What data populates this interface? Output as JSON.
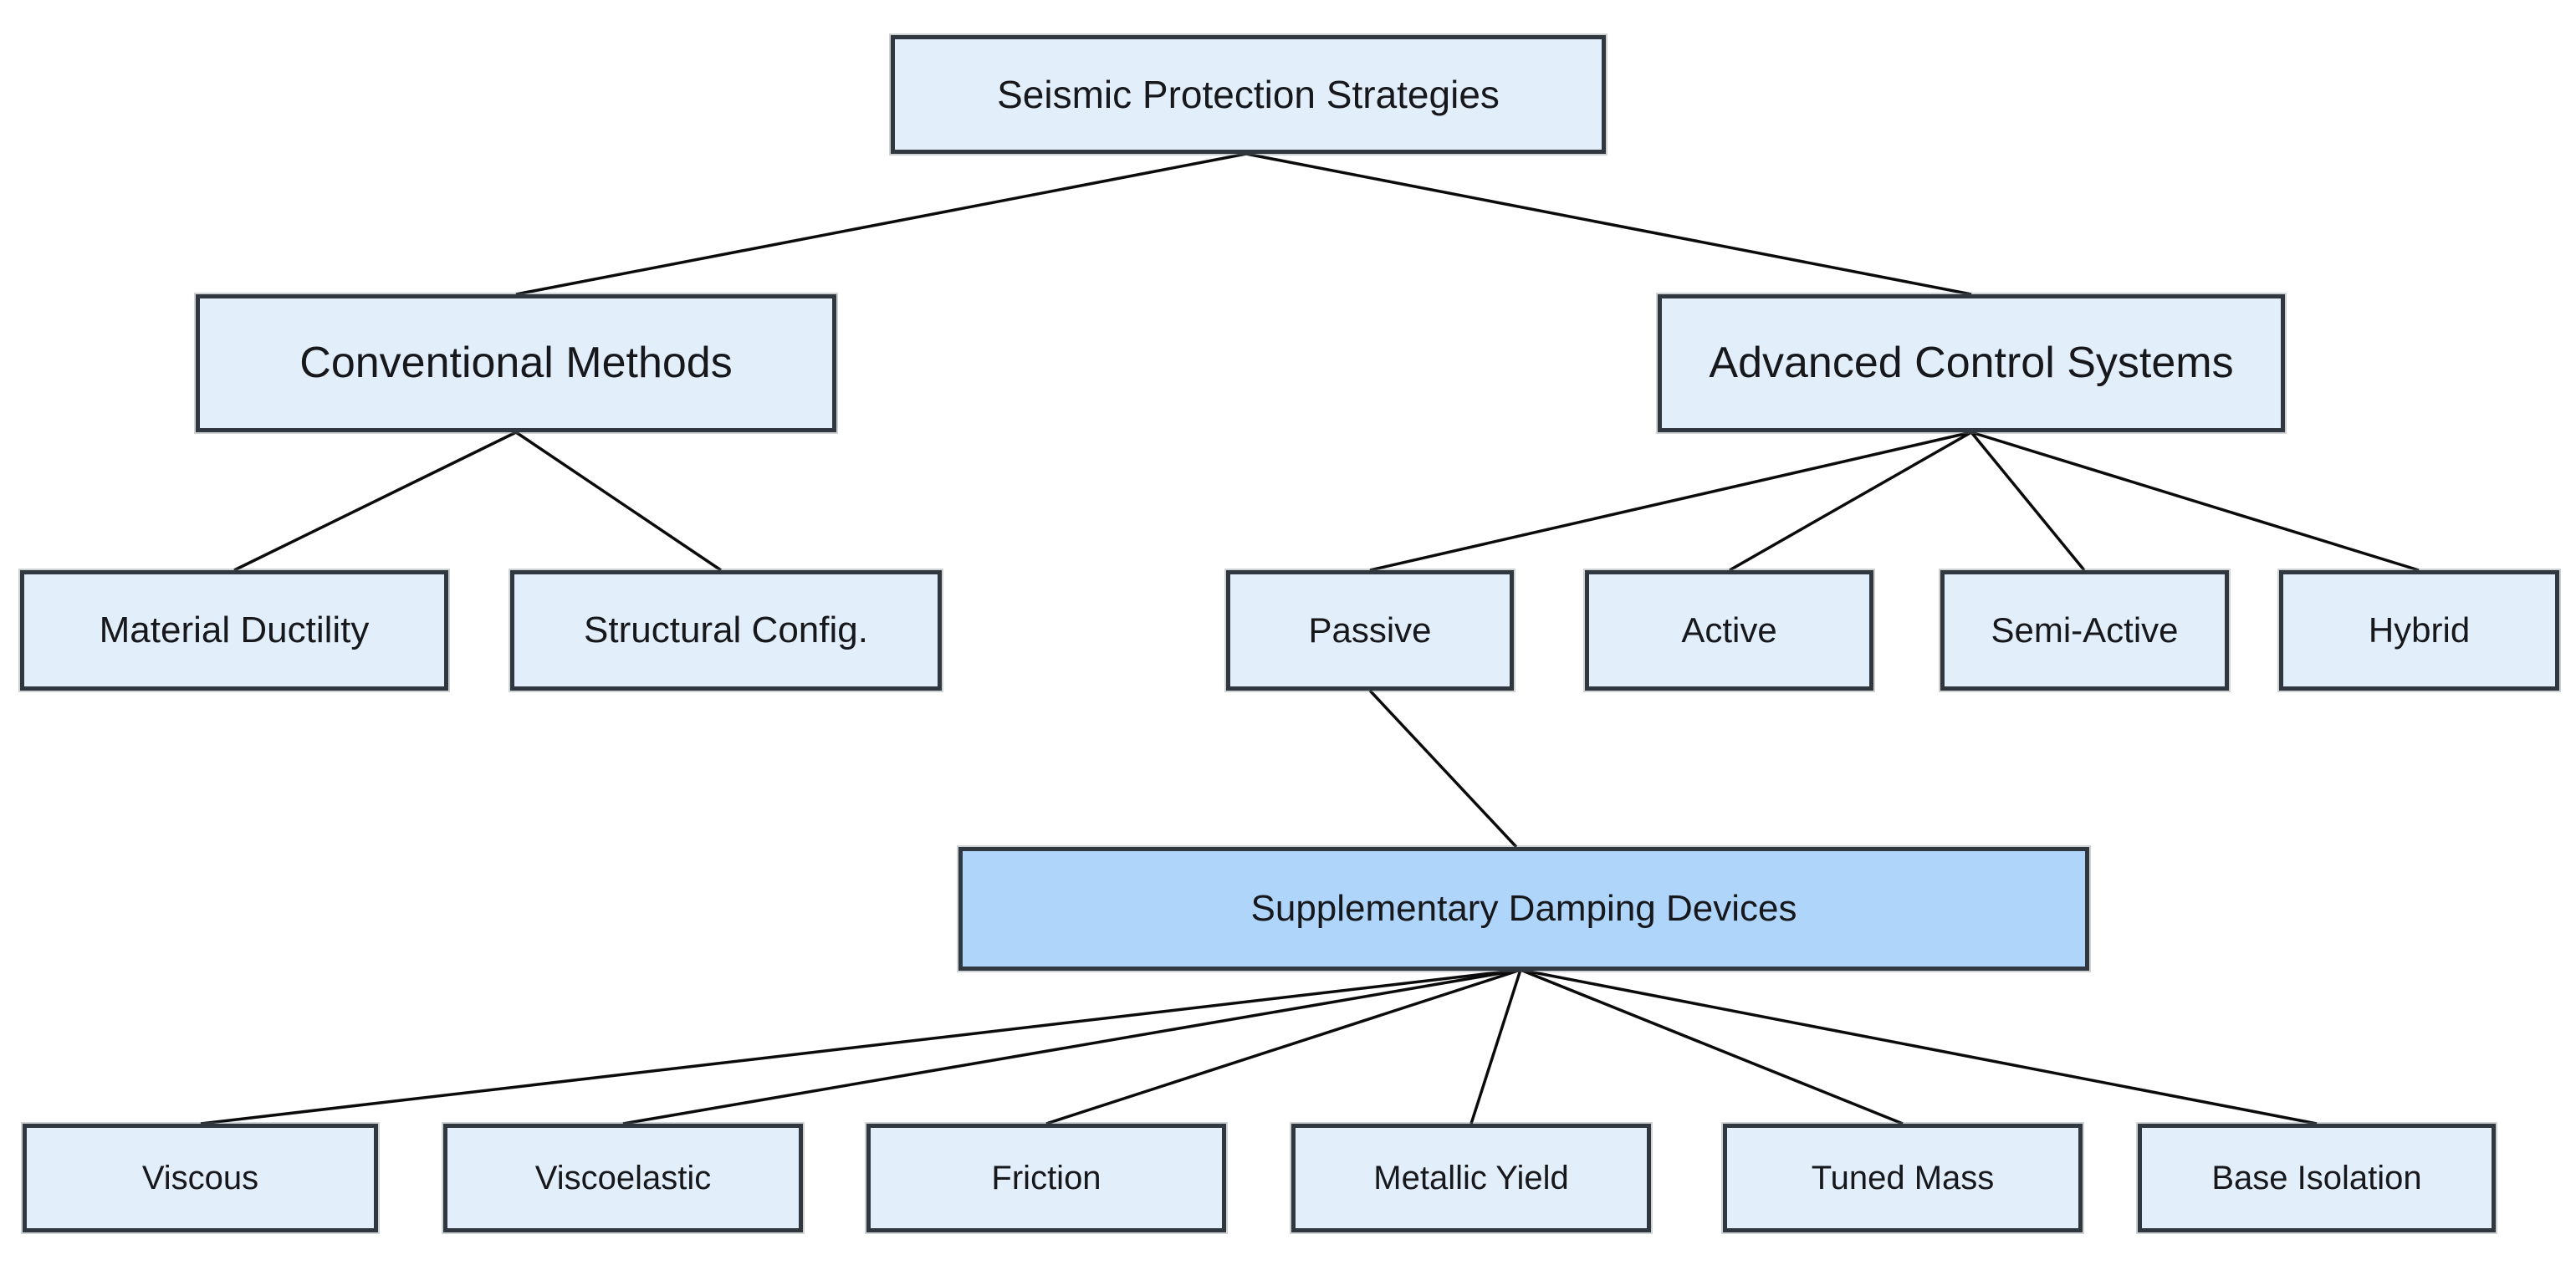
{
  "diagram": {
    "type": "tree",
    "colors": {
      "node_fill": "#e3eefb",
      "node_fill_emphasis": "#b0d5fa",
      "node_border": "#31373e",
      "edge_color": "#0b0b0b",
      "text_color": "#16181c",
      "page_bg": "#ffffff"
    },
    "nodes": {
      "root": {
        "label": "Seismic Protection Strategies",
        "level": 0,
        "emphasis": false
      },
      "conventional": {
        "label": "Conventional Methods",
        "level": 1,
        "emphasis": false
      },
      "advanced": {
        "label": "Advanced Control Systems",
        "level": 1,
        "emphasis": false
      },
      "material": {
        "label": "Material Ductility",
        "level": 2,
        "emphasis": false
      },
      "structural": {
        "label": "Structural Config.",
        "level": 2,
        "emphasis": false
      },
      "passive": {
        "label": "Passive",
        "level": 2,
        "emphasis": false
      },
      "active": {
        "label": "Active",
        "level": 2,
        "emphasis": false
      },
      "semi_active": {
        "label": "Semi-Active",
        "level": 2,
        "emphasis": false
      },
      "hybrid": {
        "label": "Hybrid",
        "level": 2,
        "emphasis": false
      },
      "supplementary": {
        "label": "Supplementary Damping Devices",
        "level": 3,
        "emphasis": true
      },
      "viscous": {
        "label": "Viscous",
        "level": 4,
        "emphasis": false
      },
      "viscoelastic": {
        "label": "Viscoelastic",
        "level": 4,
        "emphasis": false
      },
      "friction": {
        "label": "Friction",
        "level": 4,
        "emphasis": false
      },
      "metallic_yield": {
        "label": "Metallic Yield",
        "level": 4,
        "emphasis": false
      },
      "tuned_mass": {
        "label": "Tuned Mass",
        "level": 4,
        "emphasis": false
      },
      "base_isolation": {
        "label": "Base Isolation",
        "level": 4,
        "emphasis": false
      }
    },
    "edges": [
      {
        "from": "root",
        "to": "conventional"
      },
      {
        "from": "root",
        "to": "advanced"
      },
      {
        "from": "conventional",
        "to": "material"
      },
      {
        "from": "conventional",
        "to": "structural"
      },
      {
        "from": "advanced",
        "to": "passive"
      },
      {
        "from": "advanced",
        "to": "active"
      },
      {
        "from": "advanced",
        "to": "semi_active"
      },
      {
        "from": "advanced",
        "to": "hybrid"
      },
      {
        "from": "passive",
        "to": "supplementary"
      },
      {
        "from": "supplementary",
        "to": "viscous"
      },
      {
        "from": "supplementary",
        "to": "viscoelastic"
      },
      {
        "from": "supplementary",
        "to": "friction"
      },
      {
        "from": "supplementary",
        "to": "metallic_yield"
      },
      {
        "from": "supplementary",
        "to": "tuned_mass"
      },
      {
        "from": "supplementary",
        "to": "base_isolation"
      }
    ]
  }
}
